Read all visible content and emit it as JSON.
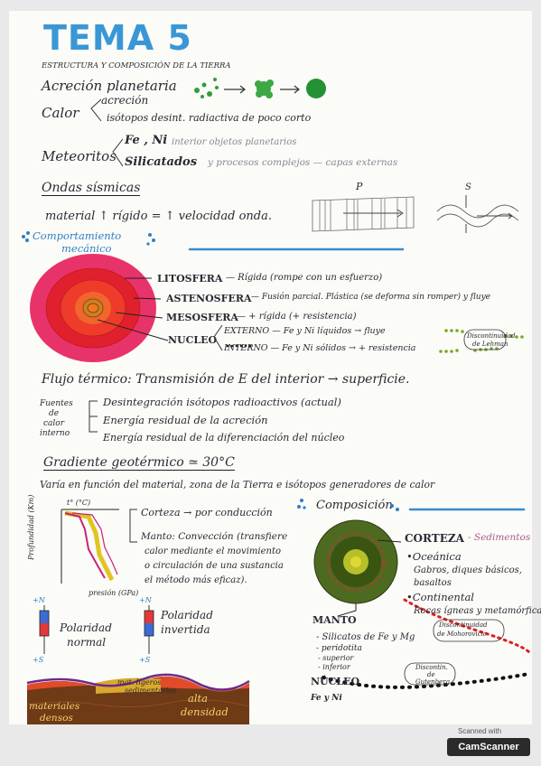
{
  "title": "TEMA 5",
  "subtitle": "ESTRUCTURA Y COMPOSICIÓN DE LA TIERRA",
  "acrecion": {
    "label": "Acreción planetaria"
  },
  "calor": {
    "label": "Calor",
    "items": [
      "acreción",
      "isótopos desint. radiactiva de poco corto"
    ]
  },
  "meteoritos": {
    "label": "Meteoritos",
    "fe_ni": "Fe , Ni",
    "fe_ni_note": "interior objetos planetarios",
    "silicatados": "Silicatados",
    "silicatados_note": "y procesos complejos — capas externas"
  },
  "ondas": {
    "title": "Ondas sísmicas",
    "sentence": "material ↑ rígido = ↑ velocidad onda.",
    "p_label": "P",
    "s_label": "S"
  },
  "comportamiento": {
    "title_1": "Comportamiento",
    "title_2": "mecánico",
    "litosfera": "LITOSFERA",
    "litosfera_note": "— Rígida (rompe con un esfuerzo)",
    "astenosfera": "ASTENOSFERA",
    "astenosfera_note": "— Fusión parcial. Plástica (se deforma sin romper) y fluye",
    "mesosfera": "MESOSFERA",
    "mesosfera_note": "— + rígida (+ resistencia)",
    "nucleo": "NUCLEO",
    "externo": "EXTERNO — Fe y Ni líquidos → fluye",
    "interno": "INTERNO — Fe y Ni sólidos → + resistencia",
    "disc_lehman_1": "Discontinuidad",
    "disc_lehman_2": "de Lehman"
  },
  "flujo": {
    "sentence": "Flujo térmico: Transmisión de E del interior → superficie.",
    "fuentes_1": "Fuentes",
    "fuentes_2": "de",
    "fuentes_3": "calor",
    "fuentes_4": "interno",
    "items": [
      "Desintegración isótopos radioactivos (actual)",
      "Energía residual de la acreción",
      "Energía residual de la diferenciación del núcleo"
    ]
  },
  "gradiente": {
    "title": "Gradiente geotérmico ≃ 30°C",
    "sentence": "Varía en función del material, zona de la Tierra e isótopos generadores de calor",
    "graph_ylabel": "t° (°C)",
    "graph_axis_y": "Profundidad (Km)",
    "graph_axis_x": "presión (GPa)",
    "corteza": "Corteza → por conducción",
    "manto_1": "Manto: Convección (transfiere",
    "manto_2": "calor mediante el movimiento",
    "manto_3": "o circulación de una sustancia",
    "manto_4": "el método más eficaz)."
  },
  "polaridad": {
    "n": "+N",
    "s": "+S",
    "normal_1": "Polaridad",
    "normal_2": "normal",
    "invertida_1": "Polaridad",
    "invertida_2": "invertida"
  },
  "composicion": {
    "title": "Composición",
    "corteza": "CORTEZA",
    "corteza_note": "- Sedimentos",
    "oceanica": "•Oceánica",
    "oceanica_note_1": "Gabros, diques básicos,",
    "oceanica_note_2": "basaltos",
    "continental": "•Continental",
    "continental_note": "Rocas ígneas y metamórficas",
    "disc_moho_1": "Discontinuidad",
    "disc_moho_2": "de Mohorovicic",
    "manto": "MANTO",
    "manto_items": [
      "- Silicatos de Fe y Mg",
      "- peridotita",
      "- superior",
      "- inferior"
    ],
    "disc_guten_1": "Discontin.",
    "disc_guten_2": "de",
    "disc_guten_3": "Gutenberg",
    "nucleo": "NÚCLEO",
    "nucleo_note": "Fe y Ni"
  },
  "bottom": {
    "mat_ligeros_1": "mat. ligeros",
    "mat_ligeros_2": "sedimentarios",
    "materiales_1": "materiales",
    "materiales_2": "densos",
    "alta_1": "alta",
    "alta_2": "densidad"
  },
  "scanner": {
    "label": "Scanned with",
    "brand": "CamScanner"
  }
}
